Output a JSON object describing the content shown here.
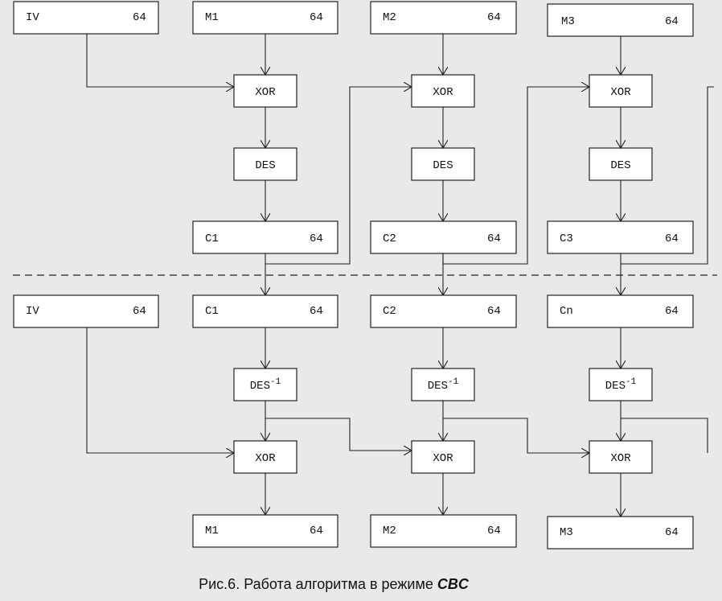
{
  "encryption": {
    "inputs": [
      {
        "name": "IV",
        "size": "64"
      },
      {
        "name": "M1",
        "size": "64"
      },
      {
        "name": "M2",
        "size": "64"
      },
      {
        "name": "M3",
        "size": "64"
      }
    ],
    "xor_label": "XOR",
    "des_label": "DES",
    "outputs": [
      {
        "name": "C1",
        "size": "64"
      },
      {
        "name": "C2",
        "size": "64"
      },
      {
        "name": "C3",
        "size": "64"
      }
    ]
  },
  "decryption": {
    "inputs": [
      {
        "name": "IV",
        "size": "64"
      },
      {
        "name": "C1",
        "size": "64"
      },
      {
        "name": "C2",
        "size": "64"
      },
      {
        "name": "Cn",
        "size": "64"
      }
    ],
    "des_inv_base": "DES",
    "des_inv_exp": "-1",
    "xor_label": "XOR",
    "outputs": [
      {
        "name": "M1",
        "size": "64"
      },
      {
        "name": "M2",
        "size": "64"
      },
      {
        "name": "M3",
        "size": "64"
      }
    ]
  },
  "caption": {
    "prefix": "Рис.6. Работа алгоритма в режиме ",
    "mode": "CBC"
  }
}
